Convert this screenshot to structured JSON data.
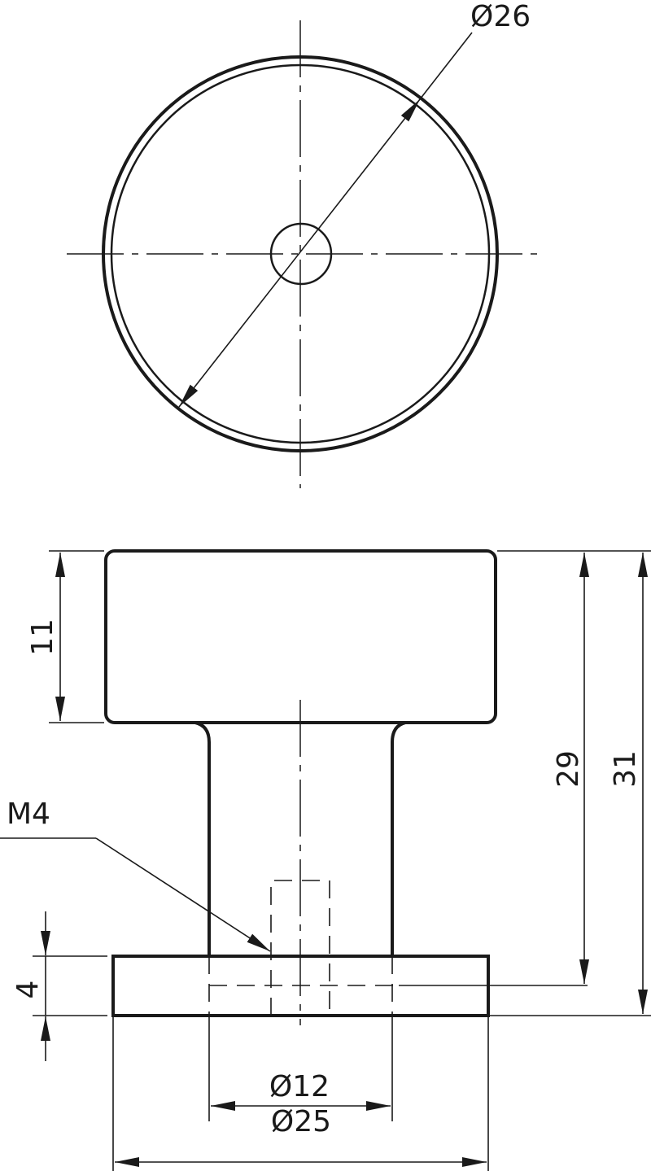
{
  "drawing": {
    "top_view": {
      "outer_diameter_label": "Ø26"
    },
    "side_view": {
      "cap_height_label": "11",
      "base_thickness_label": "4",
      "height_to_base_top_label": "29",
      "overall_height_label": "31",
      "thread_label": "M4",
      "stem_diameter_label": "Ø12",
      "base_diameter_label": "Ø25"
    }
  }
}
